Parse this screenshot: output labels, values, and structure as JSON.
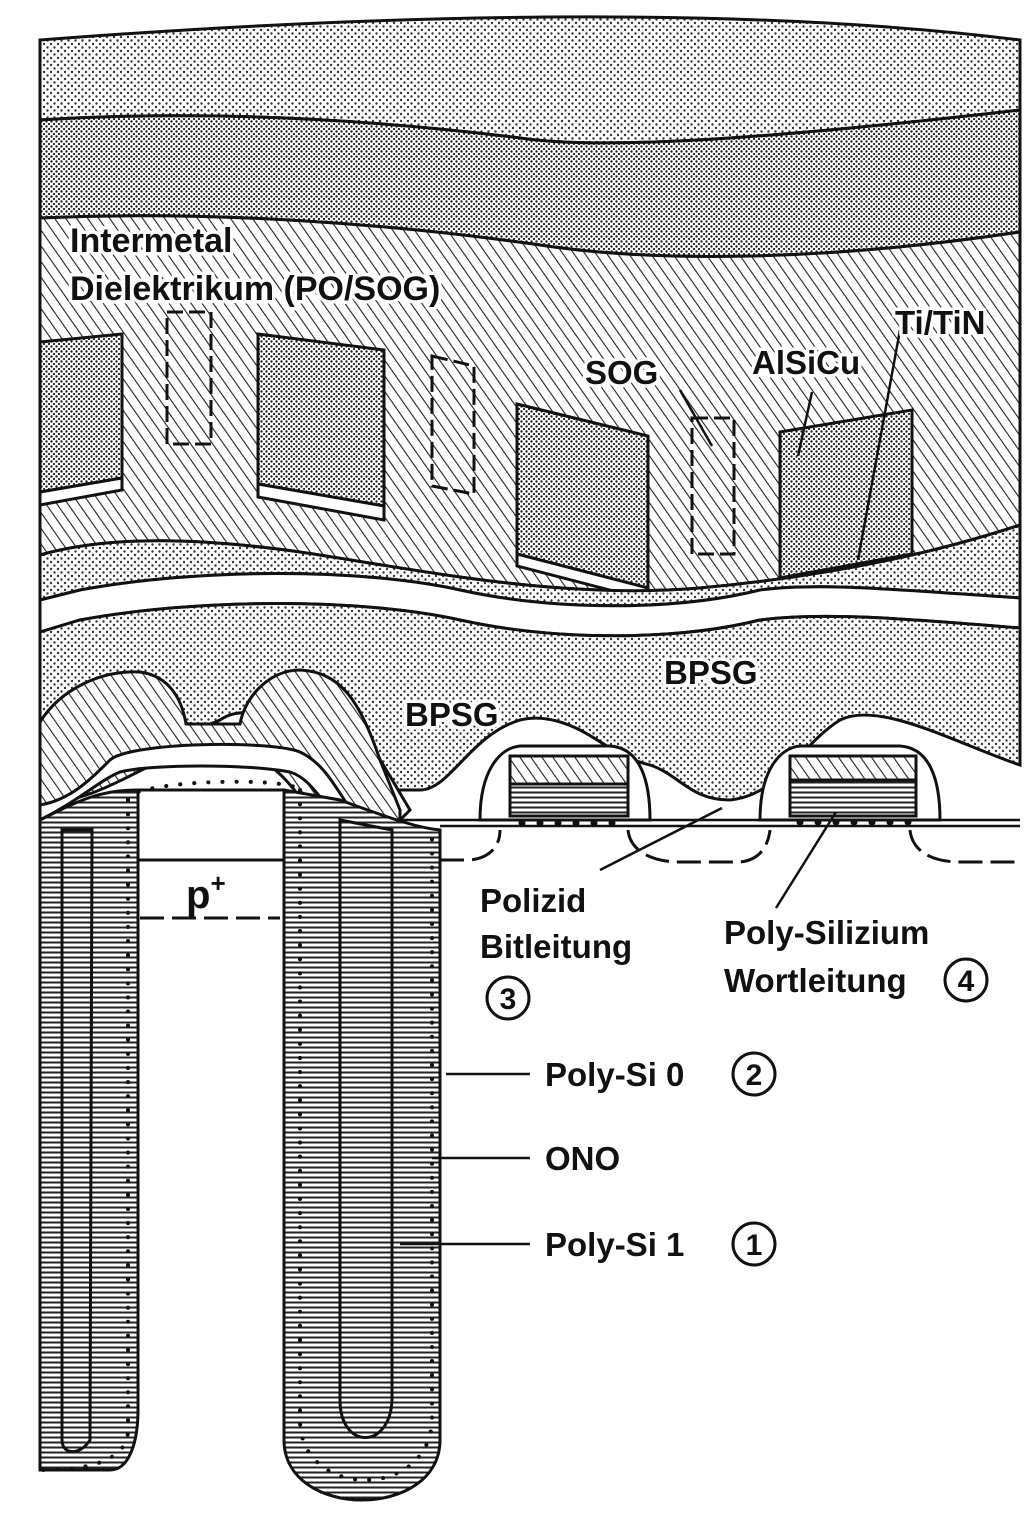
{
  "labels": {
    "intermetal_line1": "Intermetal",
    "intermetal_line2": "Dielektrikum (PO/SOG)",
    "ti_tin": "Ti/TiN",
    "sog": "SOG",
    "alsicu": "AlSiCu",
    "bpsg_right": "BPSG",
    "bpsg_left": "BPSG",
    "p_plus": "p",
    "p_plus_sup": "+",
    "polizid_line1": "Polizid",
    "polizid_line2": "Bitleitung",
    "polizid_num": "3",
    "polysilizium_line1": "Poly-Silizium",
    "polysilizium_line2": "Wortleitung",
    "polysilizium_num": "4",
    "polysi0": "Poly-Si 0",
    "polysi0_num": "2",
    "ono": "ONO",
    "polysi1": "Poly-Si 1",
    "polysi1_num": "1"
  },
  "colors": {
    "ink": "#111111",
    "paper": "#ffffff",
    "hatch_line": "#222222",
    "dot": "#333333"
  }
}
